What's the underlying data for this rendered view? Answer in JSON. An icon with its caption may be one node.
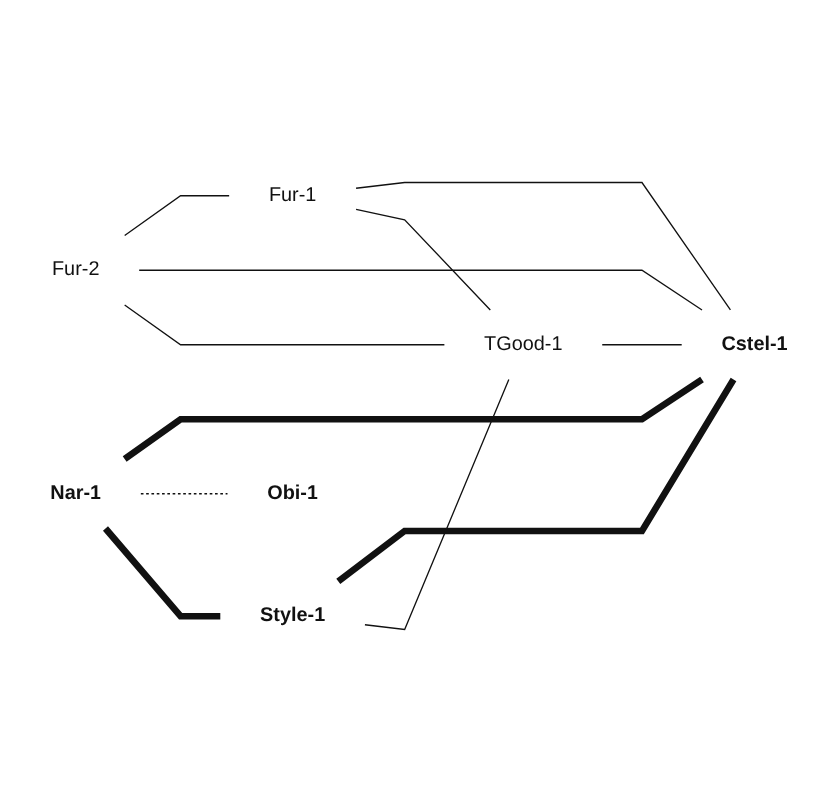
{
  "diagram": {
    "nodes": [
      {
        "text": [
          "Fur-2"
        ]
      },
      {
        "text": [
          "Fur-1"
        ]
      },
      {
        "text": [
          "Nar-1"
        ]
      },
      {
        "text": [
          "Cstel-1"
        ]
      },
      {
        "text": [
          "Obi-1"
        ]
      },
      {
        "text": [
          "TGood-1"
        ]
      },
      {
        "text": [
          "Style-1"
        ]
      }
    ],
    "edges": [
      {
        "from": 0,
        "to": 1,
        "arrow": "none"
      },
      {
        "from": 0,
        "to": 3,
        "arrow": "none"
      },
      {
        "from": 0,
        "to": 5,
        "arrow": "none"
      },
      {
        "from": 1,
        "to": 3,
        "arrow": "none"
      },
      {
        "from": 1,
        "to": 5,
        "arrow": "none"
      },
      {
        "from": 2,
        "to": 3,
        "arrow": "none",
        "style": "thick"
      },
      {
        "from": 2,
        "to": 4,
        "arrow": "none",
        "style": "dashed"
      },
      {
        "from": 2,
        "to": 6,
        "arrow": "none",
        "style": "thick"
      },
      {
        "from": 6,
        "to": 3,
        "arrow": "none",
        "style": "thick"
      },
      {
        "from": 6,
        "to": 5,
        "arrow": "none"
      },
      {
        "from": 5,
        "to": 3,
        "arrow": "none"
      }
    ]
  }
}
